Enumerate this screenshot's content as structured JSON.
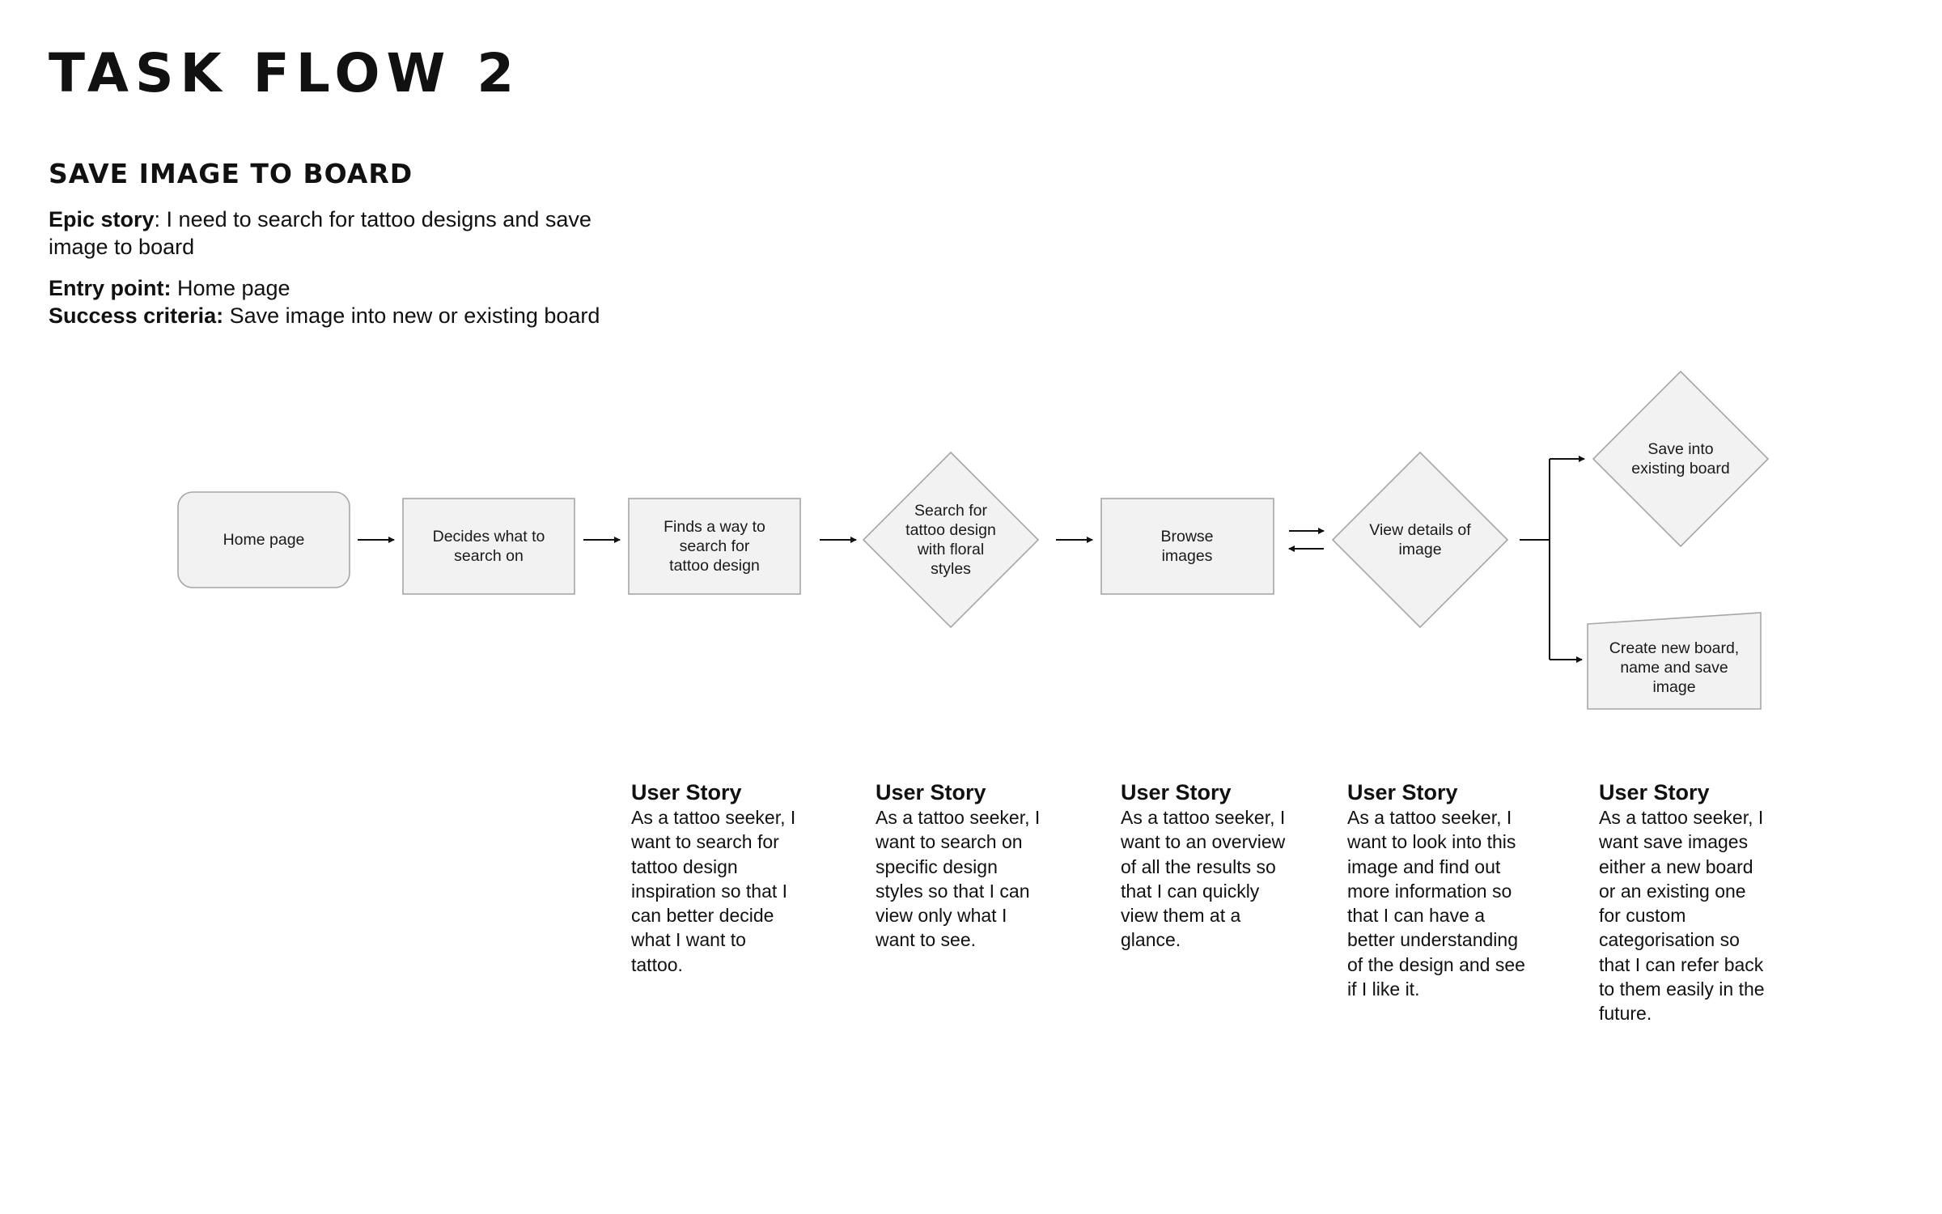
{
  "header": {
    "title": "TASK FLOW 2",
    "subtitle": "SAVE IMAGE TO BOARD",
    "epic_label": "Epic story",
    "epic_text": ": I need to search for tattoo designs and save image to board",
    "entry_label": "Entry point:",
    "entry_text": " Home page",
    "success_label": "Success criteria:",
    "success_text": " Save image into new or existing board"
  },
  "flow": {
    "home": "Home page",
    "decides": "Decides what to search on",
    "finds": "Finds a way to search for tattoo design",
    "search": "Search for tattoo design with floral styles",
    "browse": "Browse images",
    "view": "View details of image",
    "save_existing": "Save into existing board",
    "create_new": "Create new board, name and save image"
  },
  "stories": [
    {
      "heading": "User Story",
      "text": "As a tattoo seeker, I want to search for tattoo design inspiration so that I can better decide what I want to tattoo."
    },
    {
      "heading": "User Story",
      "text": "As a tattoo seeker, I want to search on specific design styles so that I can view only what I want to see."
    },
    {
      "heading": "User Story",
      "text": "As a tattoo seeker, I want to an overview of all the results so that I can quickly view them at a glance."
    },
    {
      "heading": "User Story",
      "text": "As a tattoo seeker, I want to look into this image and find out more information so that I can have a better understanding of the design and see if I like it."
    },
    {
      "heading": "User Story",
      "text": "As a tattoo seeker, I want save images either a new board or an existing one for custom categorisation so that I can refer back to them easily in the future."
    }
  ],
  "colors": {
    "shape_fill": "#f2f2f2",
    "shape_stroke": "#a6a6a6",
    "line": "#111111"
  }
}
